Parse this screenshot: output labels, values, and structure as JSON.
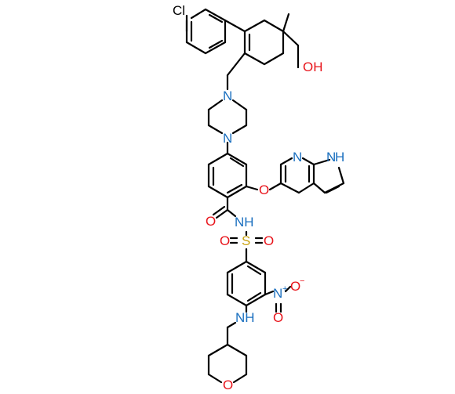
{
  "colors": {
    "bond": "#000000",
    "carbon_label": "#000000",
    "nitrogen": "#1a6fbf",
    "oxygen": "#e8141b",
    "sulfur": "#c9a20e",
    "chlorine": "#000000"
  },
  "atoms": {
    "cl": "Cl",
    "oh": "OH",
    "n_pip_top": "N",
    "n_pip_bottom": "N",
    "n_pyridine": "N",
    "nh_pyrrole": "H",
    "nh_pyrrole_n": "N",
    "o_ether": "O",
    "o_carbonyl": "O",
    "nh_amide": "NH",
    "s": "S",
    "o_s_left": "O",
    "o_s_right": "O",
    "n_nitro": "N",
    "n_nitro_plus": "+",
    "o_nitro_minus": "O",
    "o_nitro_minus_sign": "−",
    "o_nitro": "O",
    "nh_amine": "NH",
    "o_pyran": "O"
  }
}
